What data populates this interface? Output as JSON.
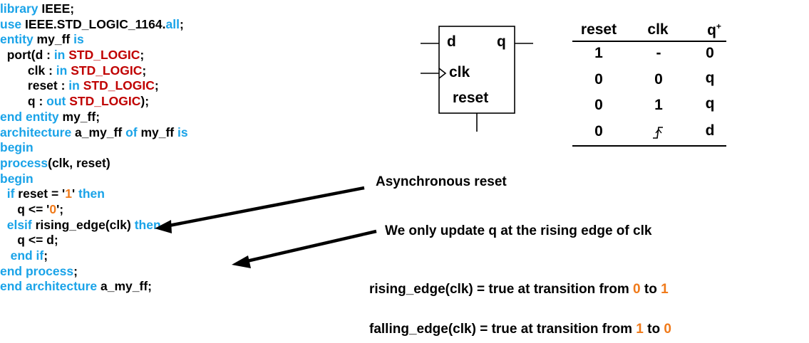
{
  "code": [
    [
      {
        "t": "library ",
        "c": "kw"
      },
      {
        "t": "IEEE;",
        "c": ""
      }
    ],
    [
      {
        "t": "use ",
        "c": "kw"
      },
      {
        "t": "IEEE.STD_LOGIC_1164.",
        "c": ""
      },
      {
        "t": "all",
        "c": "kw"
      },
      {
        "t": ";",
        "c": ""
      }
    ],
    [
      {
        "t": "entity ",
        "c": "kw"
      },
      {
        "t": "my_ff ",
        "c": ""
      },
      {
        "t": "is",
        "c": "kw"
      }
    ],
    [
      {
        "t": "  port(d : ",
        "c": ""
      },
      {
        "t": "in ",
        "c": "kw"
      },
      {
        "t": "STD_LOGIC",
        "c": "ty"
      },
      {
        "t": ";",
        "c": ""
      }
    ],
    [
      {
        "t": "        clk : ",
        "c": ""
      },
      {
        "t": "in ",
        "c": "kw"
      },
      {
        "t": "STD_LOGIC",
        "c": "ty"
      },
      {
        "t": ";",
        "c": ""
      }
    ],
    [
      {
        "t": "        reset : ",
        "c": ""
      },
      {
        "t": "in ",
        "c": "kw"
      },
      {
        "t": "STD_LOGIC",
        "c": "ty"
      },
      {
        "t": ";",
        "c": ""
      }
    ],
    [
      {
        "t": "        q : ",
        "c": ""
      },
      {
        "t": "out ",
        "c": "kw"
      },
      {
        "t": "STD_LOGIC",
        "c": "ty"
      },
      {
        "t": ");",
        "c": ""
      }
    ],
    [
      {
        "t": "end entity ",
        "c": "kw"
      },
      {
        "t": "my_ff;",
        "c": ""
      }
    ],
    [
      {
        "t": "architecture ",
        "c": "kw"
      },
      {
        "t": "a_my_ff ",
        "c": ""
      },
      {
        "t": "of ",
        "c": "kw"
      },
      {
        "t": "my_ff ",
        "c": ""
      },
      {
        "t": "is",
        "c": "kw"
      }
    ],
    [
      {
        "t": "begin",
        "c": "kw"
      }
    ],
    [
      {
        "t": "process",
        "c": "kw"
      },
      {
        "t": "(clk, reset)",
        "c": ""
      }
    ],
    [
      {
        "t": "begin",
        "c": "kw"
      }
    ],
    [
      {
        "t": "  if ",
        "c": "kw"
      },
      {
        "t": "reset = '",
        "c": ""
      },
      {
        "t": "1",
        "c": "nu"
      },
      {
        "t": "' ",
        "c": ""
      },
      {
        "t": "then",
        "c": "kw"
      }
    ],
    [
      {
        "t": "     q <= '",
        "c": ""
      },
      {
        "t": "0",
        "c": "nu"
      },
      {
        "t": "';",
        "c": ""
      }
    ],
    [
      {
        "t": "  elsif ",
        "c": "kw"
      },
      {
        "t": "rising_edge(clk) ",
        "c": ""
      },
      {
        "t": "then",
        "c": "kw"
      }
    ],
    [
      {
        "t": "     q <= d;",
        "c": ""
      }
    ],
    [
      {
        "t": "   end if",
        "c": "kw"
      },
      {
        "t": ";",
        "c": ""
      }
    ],
    [
      {
        "t": "end process",
        "c": "kw"
      },
      {
        "t": ";",
        "c": ""
      }
    ],
    [
      {
        "t": "end architecture ",
        "c": "kw"
      },
      {
        "t": "a_my_ff;",
        "c": ""
      }
    ]
  ],
  "flipflop": {
    "d_label": "d",
    "q_label": "q",
    "clk_label": "clk",
    "reset_label": "reset"
  },
  "truth_table": {
    "headers": [
      "reset",
      "clk",
      "q"
    ],
    "q_superscript": "+",
    "rows": [
      [
        "1",
        "-",
        "0"
      ],
      [
        "0",
        "0",
        "q"
      ],
      [
        "0",
        "1",
        "q"
      ],
      [
        "0",
        "",
        "d"
      ]
    ]
  },
  "annotations": {
    "async_reset": "Asynchronous reset",
    "update_q": "We only update q at the rising edge of clk",
    "rising_prefix": "rising_edge(clk) = true at transition from ",
    "rising_from": "0",
    "rising_mid": " to ",
    "rising_to": "1",
    "falling_prefix": "falling_edge(clk) = true at transition from ",
    "falling_from": "1",
    "falling_mid": " to ",
    "falling_to": "0"
  },
  "colors": {
    "keyword": "#1aa3e8",
    "type": "#c00000",
    "number": "#f07a1a"
  }
}
